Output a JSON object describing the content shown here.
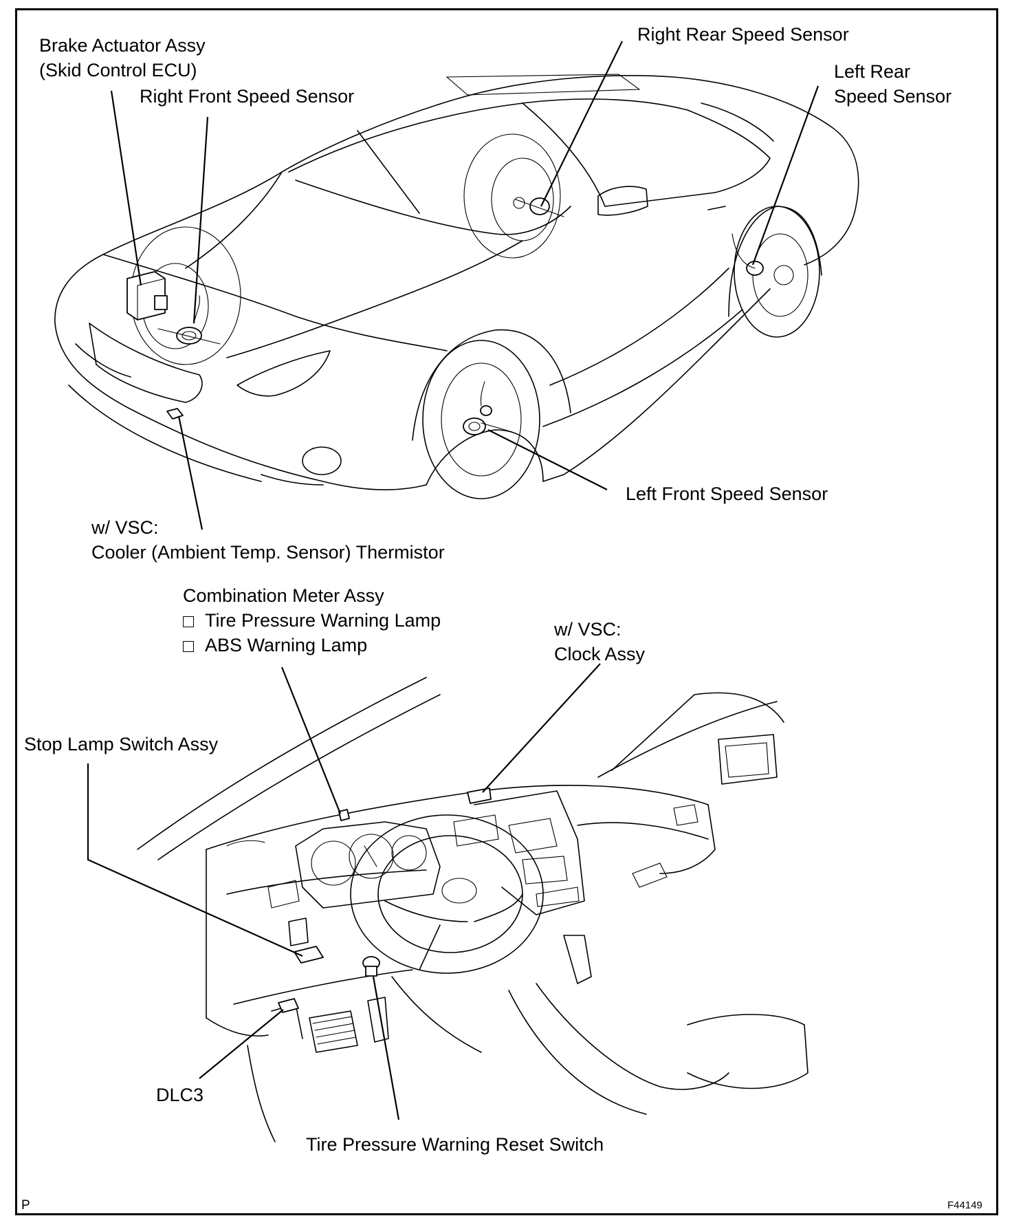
{
  "labels": {
    "brake_actuator_line1": "Brake Actuator Assy",
    "brake_actuator_line2": "(Skid Control ECU)",
    "right_front_speed_sensor": "Right Front Speed Sensor",
    "right_rear_speed_sensor": "Right Rear Speed Sensor",
    "left_rear_line1": "Left Rear",
    "left_rear_line2": "Speed Sensor",
    "left_front_speed_sensor": "Left Front Speed Sensor",
    "thermistor_line1": "w/ VSC:",
    "thermistor_line2": "Cooler (Ambient Temp. Sensor) Thermistor",
    "combination_meter": "Combination Meter Assy",
    "tire_pressure_lamp": "Tire Pressure Warning Lamp",
    "abs_lamp": "ABS Warning Lamp",
    "clock_line1": "w/ VSC:",
    "clock_line2": "Clock Assy",
    "stop_lamp_switch": "Stop Lamp Switch Assy",
    "dlc3": "DLC3",
    "reset_switch": "Tire Pressure Warning Reset Switch"
  },
  "corner_marks": {
    "left": "P",
    "right": "F44149"
  }
}
